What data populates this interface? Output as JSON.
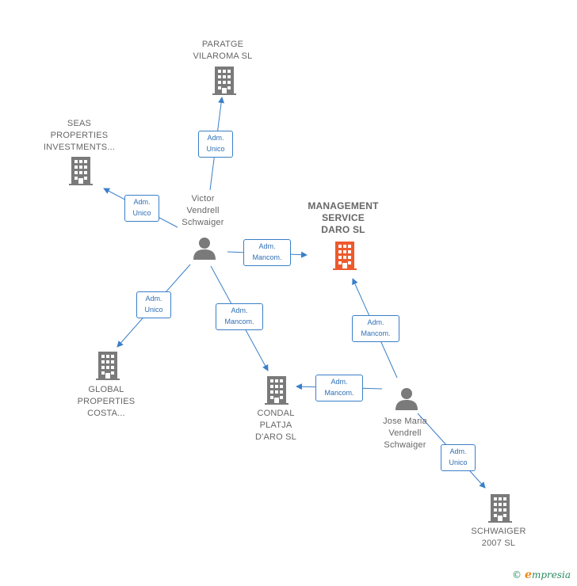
{
  "colors": {
    "edge": "#3a7fc8",
    "company": "#7a7a7a",
    "highlight": "#ee5a2c",
    "person": "#7a7a7a"
  },
  "nodes": {
    "paratge": {
      "label": "PARATGE\nVILAROMA  SL",
      "icon": "building-icon"
    },
    "seas": {
      "label": "SEAS\nPROPERTIES\nINVESTMENTS...",
      "icon": "building-icon"
    },
    "management": {
      "label": "MANAGEMENT\nSERVICE\nDARO  SL",
      "icon": "building-icon"
    },
    "global": {
      "label": "GLOBAL\nPROPERTIES\nCOSTA...",
      "icon": "building-icon"
    },
    "condal": {
      "label": "CONDAL\nPLATJA\nD'ARO  SL",
      "icon": "building-icon"
    },
    "schwaiger2007": {
      "label": "SCHWAIGER\n2007  SL",
      "icon": "building-icon"
    },
    "victor": {
      "label": "Victor\nVendrell\nSchwaiger",
      "icon": "person-icon"
    },
    "jose": {
      "label": "Jose Maria\nVendrell\nSchwaiger",
      "icon": "person-icon"
    }
  },
  "roles": {
    "victor_paratge": "Adm.\nUnico",
    "victor_seas": "Adm.\nUnico",
    "victor_management": "Adm.\nMancom.",
    "victor_global": "Adm.\nUnico",
    "victor_condal": "Adm.\nMancom.",
    "jose_management": "Adm.\nMancom.",
    "jose_condal": "Adm.\nMancom.",
    "jose_schwaiger2007": "Adm.\nUnico"
  },
  "brand": {
    "copyright": "©",
    "name_initial": "e",
    "name_rest": "mpresia"
  }
}
